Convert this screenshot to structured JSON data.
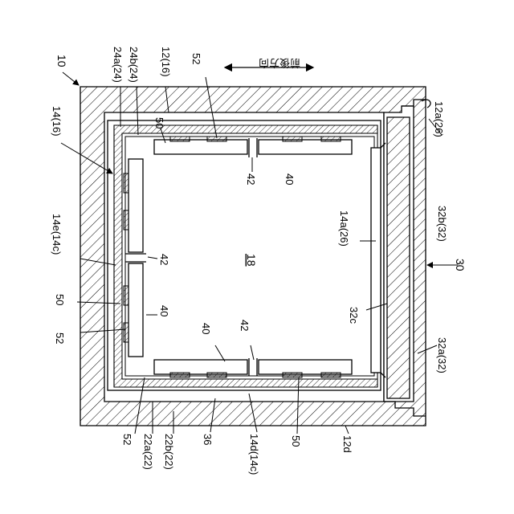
{
  "figure": {
    "ref_main": "10",
    "ref_18": "18",
    "direction": "前後方向",
    "labels": {
      "l24a": "24a(24)",
      "l24b": "24b(24)",
      "l12": "12(16)",
      "l52top": "52",
      "l50top": "50",
      "l14": "14(16)",
      "l12a": "12a(26)",
      "l42top": "42",
      "l40top": "40",
      "l14e": "14e(14c)",
      "l42left": "42",
      "l14a": "14a(26)",
      "l32b": "32b(32)",
      "l50left": "50",
      "l40left": "40",
      "l30": "30",
      "l52left": "52",
      "l32c": "32c",
      "l40bot": "40",
      "l42bot": "42",
      "l32a": "32a(32)",
      "l52bot": "52",
      "l22a": "22a(22)",
      "l22b": "22b(22)",
      "l36": "36",
      "l14d": "14d(14c)",
      "l50bot": "50",
      "l12d": "12d"
    }
  }
}
